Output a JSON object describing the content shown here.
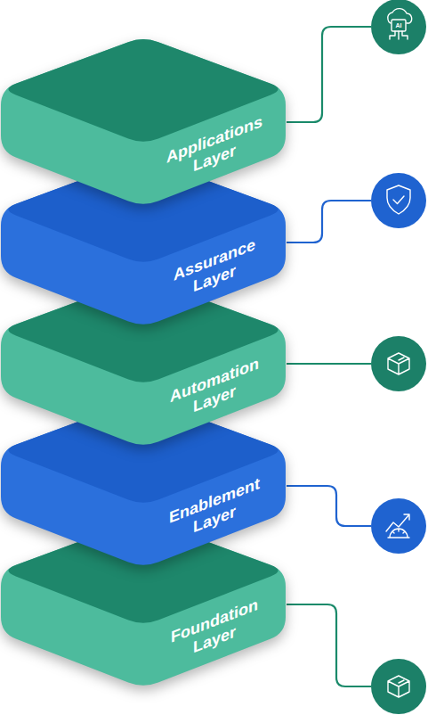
{
  "diagram": {
    "nodes": [
      {
        "text": [
          "Applications Layer"
        ]
      },
      {
        "text": [
          "Assurance Layer"
        ]
      },
      {
        "text": [
          "Automation Layer"
        ]
      },
      {
        "text": [
          "Enablement Layer"
        ]
      },
      {
        "text": [
          "Foundation Layer"
        ]
      }
    ],
    "labels": [
      "AI"
    ]
  }
}
